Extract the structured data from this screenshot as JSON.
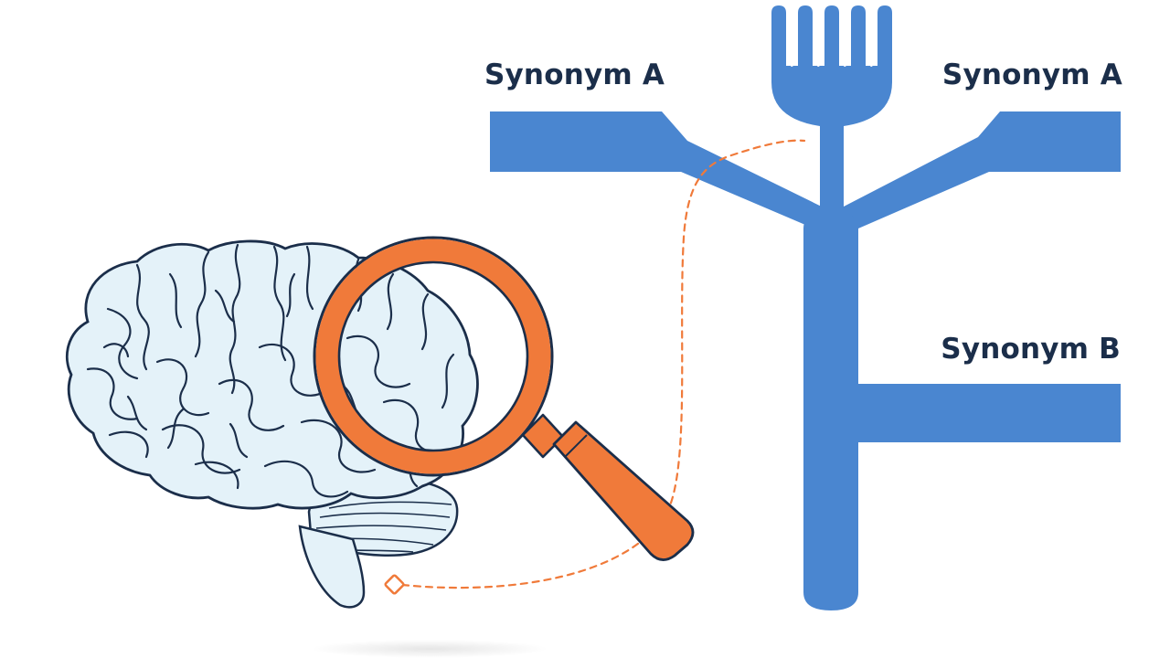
{
  "labels": {
    "synonym_a_left": "Synonym A",
    "synonym_a_right": "Synonym A",
    "synonym_b": "Synonym B"
  },
  "icons": {
    "brain": "brain-icon",
    "magnifier": "magnifying-glass-icon",
    "fork": "fork-icon",
    "anchor": "diamond-anchor-icon"
  },
  "colors": {
    "blue": "#4a86d0",
    "outline": "#1b2e4a",
    "orange": "#f07a3a",
    "brain_fill": "#e4f2f9",
    "text": "#1b2e4a"
  }
}
